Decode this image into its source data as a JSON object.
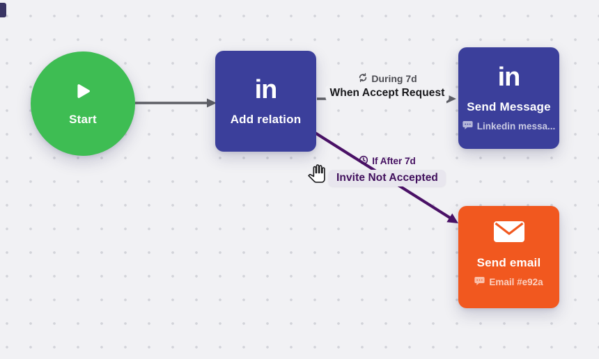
{
  "canvas": {
    "background_color": "#f1f1f4",
    "dot_color": "#d2d3d9"
  },
  "nodes": {
    "start": {
      "label": "Start",
      "icon": "play-icon",
      "color": "#3ebd53"
    },
    "add_relation": {
      "logo": "in",
      "title": "Add relation",
      "icon": "linkedin-logo",
      "color": "#3b3f9b"
    },
    "send_message": {
      "logo": "in",
      "title": "Send Message",
      "subtitle": "Linkedin messa...",
      "icon": "linkedin-logo",
      "subtitle_icon": "chat-bubble-icon",
      "color": "#3b3f9b"
    },
    "send_email": {
      "title": "Send email",
      "subtitle": "Email #e92a",
      "icon": "envelope-icon",
      "subtitle_icon": "chat-bubble-icon",
      "color": "#f1581f"
    }
  },
  "edges": {
    "start_to_add_relation": {
      "color": "#5f6066"
    },
    "accepted": {
      "condition": "During 7d",
      "condition_icon": "refresh-icon",
      "label": "When Accept Request",
      "color": "#5f6066"
    },
    "not_accepted": {
      "condition": "If After 7d",
      "condition_icon": "clock-icon",
      "label": "Invite Not Accepted",
      "color": "#4a1166"
    }
  },
  "cursor": {
    "type": "hand-grab-cursor"
  }
}
